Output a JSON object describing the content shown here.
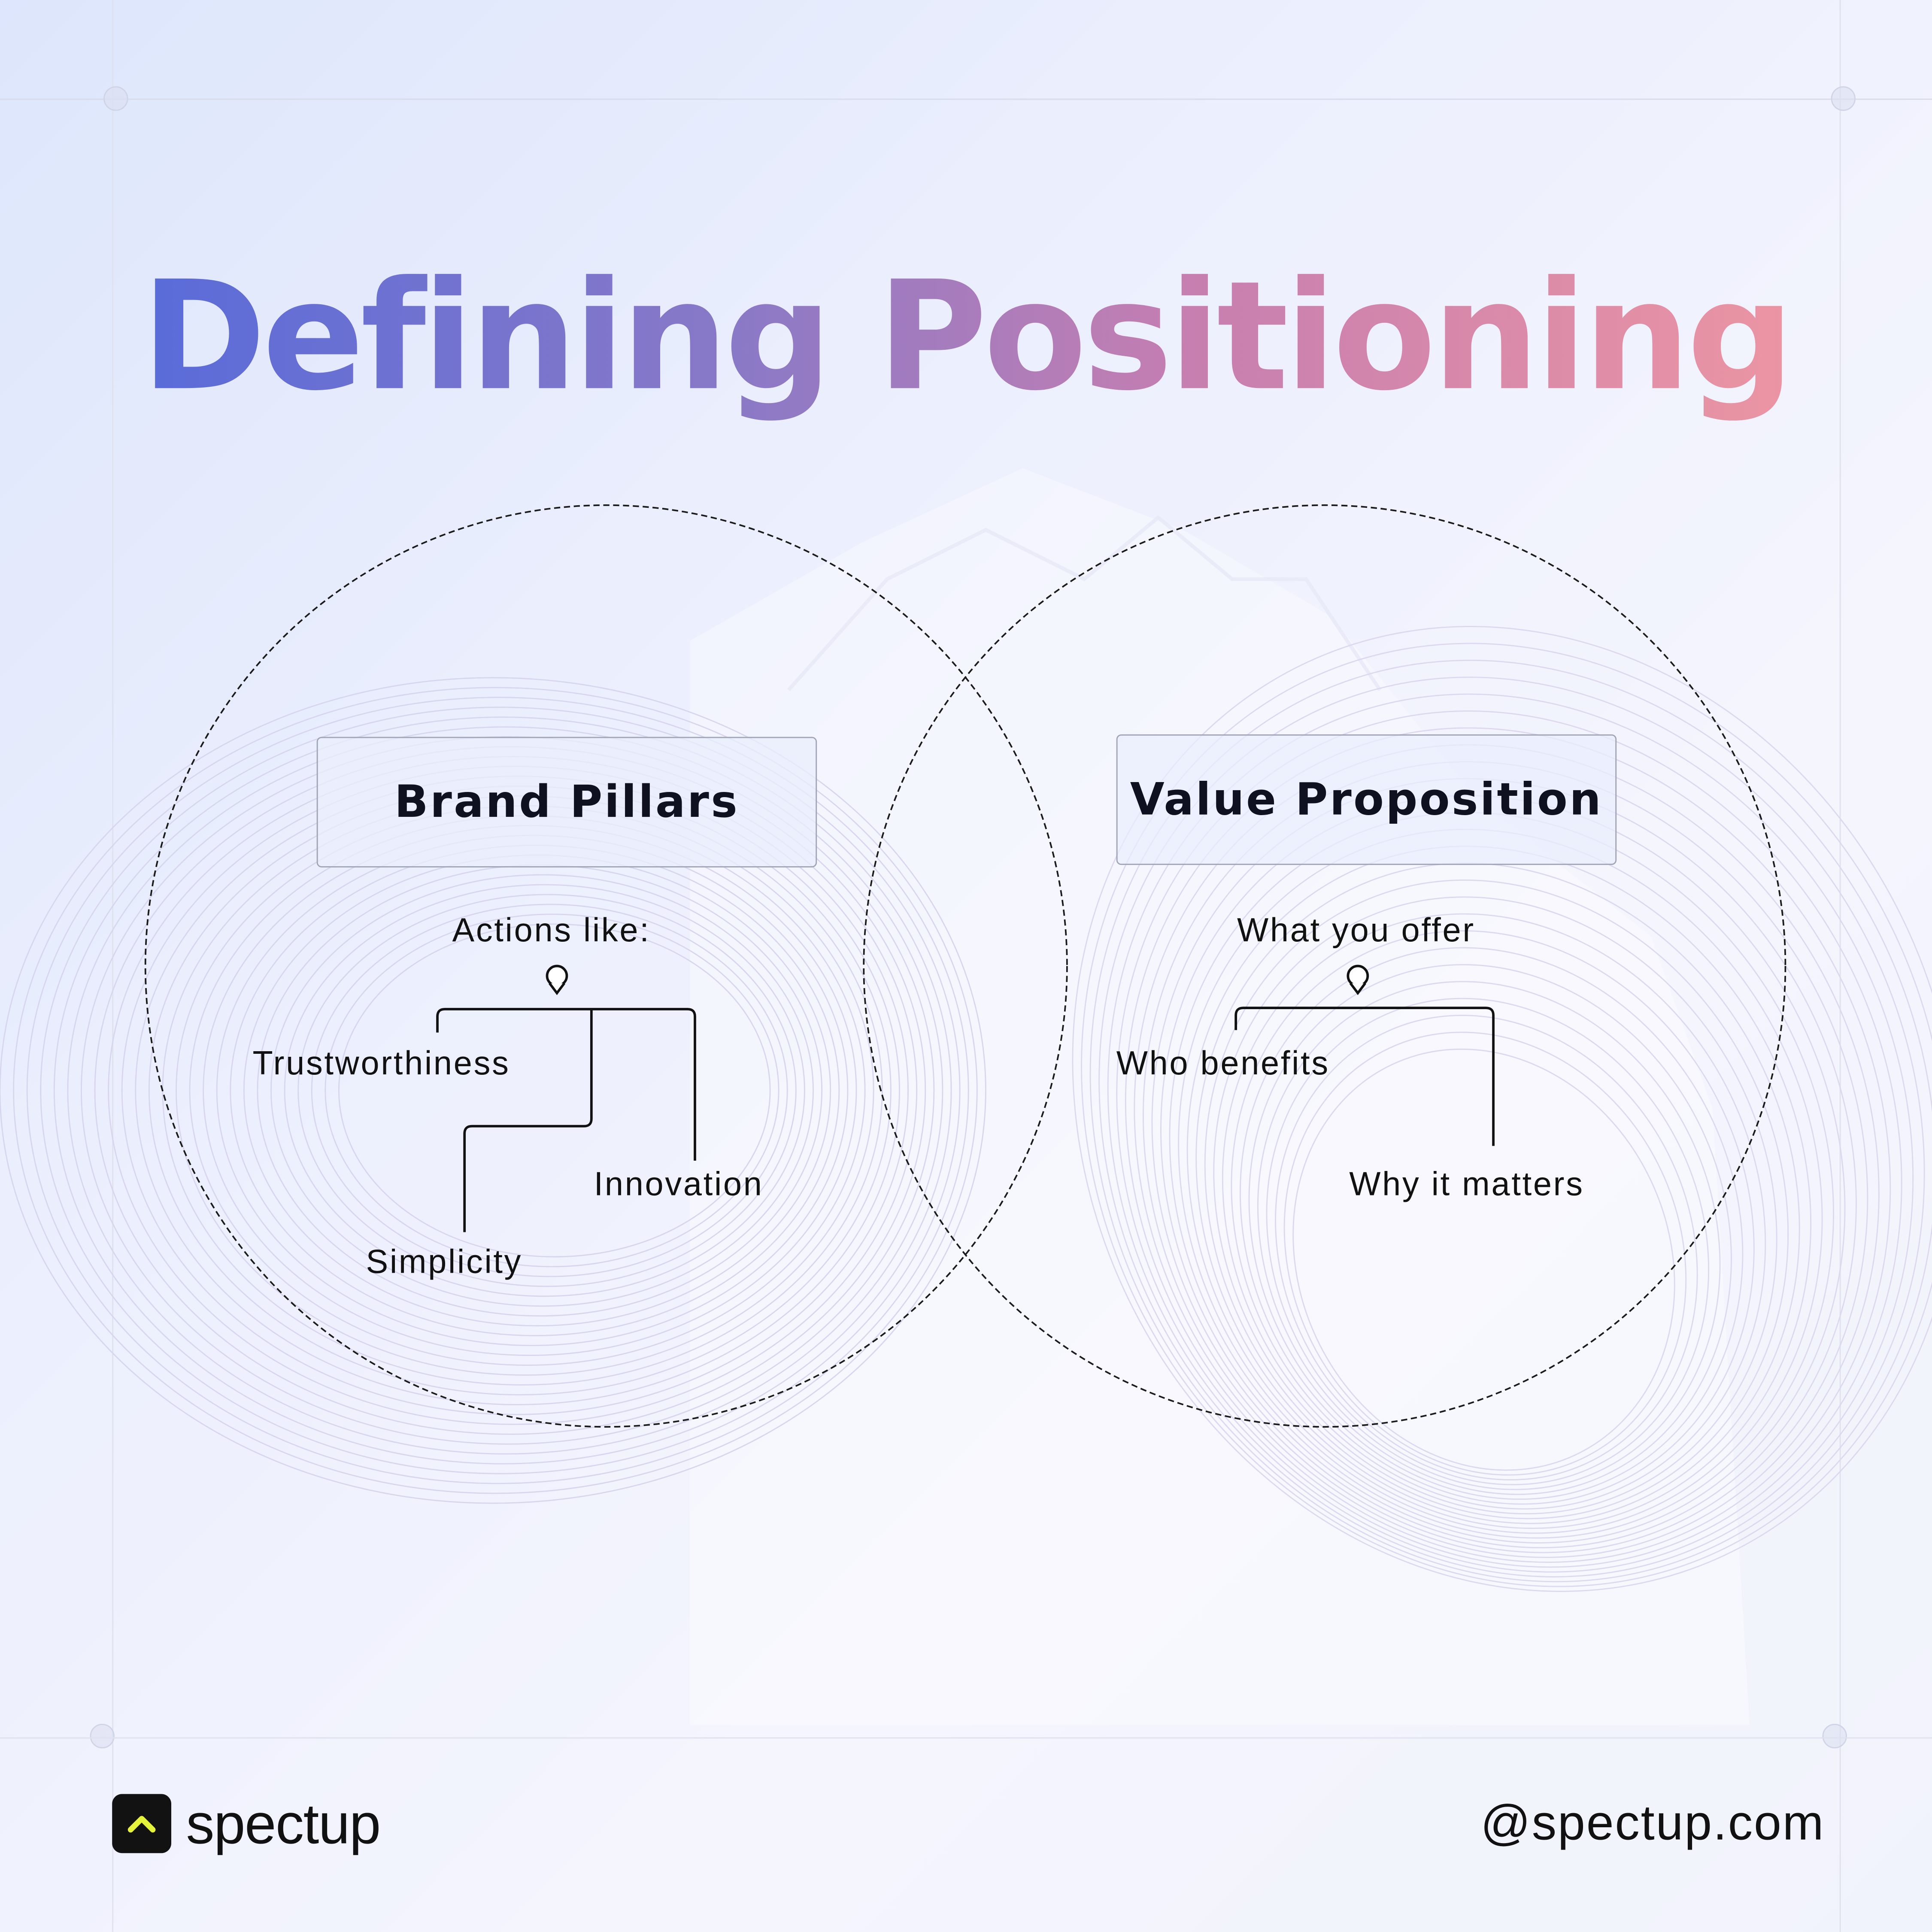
{
  "title": "Defining Positioning",
  "colors": {
    "title_gradient": [
      "#4d68dd",
      "#8a79c7",
      "#c77fb0",
      "#f49aa0"
    ],
    "ink": "#111111",
    "logo_accent": "#e4f23a"
  },
  "left_circle": {
    "heading": "Brand Pillars",
    "lead": "Actions like:",
    "items": [
      "Trustworthiness",
      "Innovation",
      "Simplicity"
    ]
  },
  "right_circle": {
    "heading": "Value Proposition",
    "lead": "What you offer",
    "items": [
      "Who benefits",
      "Why it matters"
    ]
  },
  "footer": {
    "logo_icon": "chevron-up-icon",
    "logo_text": "spectup",
    "handle": "@spectup.com"
  }
}
